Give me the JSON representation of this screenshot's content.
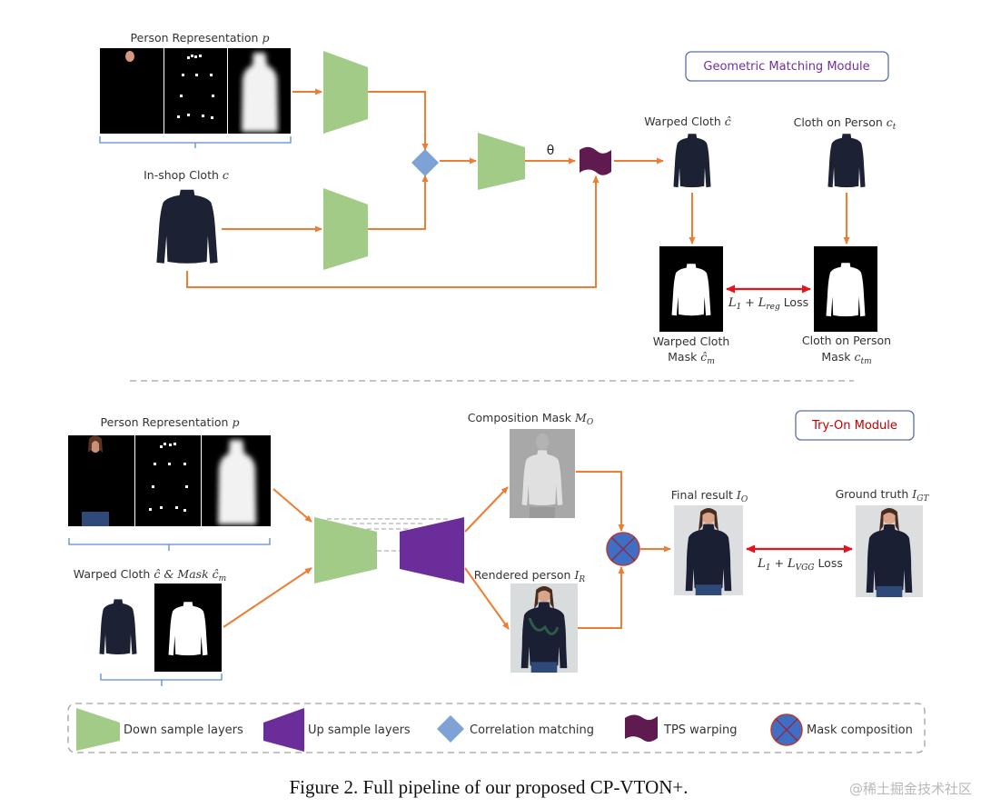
{
  "colors": {
    "arrow": "#ed7d31",
    "loss_arrow": "#e8121b",
    "down_sample": "#a1cb87",
    "up_sample": "#6a2d9a",
    "correlation": "#7fa2d6",
    "tps": "#5f1a4f",
    "mask_comp": "#3e6fc4",
    "mask_comp_x": "#c0392b",
    "bracket": "#5b8bd0",
    "dashed": "#a0a0a0"
  },
  "gmm": {
    "module_label": "Geometric Matching Module",
    "person_rep_label": "Person Representation ",
    "person_rep_var": "p",
    "inshop_label": "In-shop Cloth ",
    "inshop_var": "c",
    "theta": "θ",
    "warped_cloth_label": "Warped Cloth ",
    "warped_cloth_var": "ĉ",
    "cloth_on_person_label": "Cloth on Person ",
    "cloth_on_person_var": "c",
    "cloth_on_person_sub": "t",
    "warped_mask_line1": "Warped Cloth",
    "warped_mask_line2": "Mask ",
    "warped_mask_var": "ĉ",
    "warped_mask_sub": "m",
    "cop_mask_line1": "Cloth on Person",
    "cop_mask_line2": "Mask ",
    "cop_mask_var": "c",
    "cop_mask_sub": "tm",
    "loss": {
      "l1": "L",
      "l1_sub": "1",
      "plus": " + ",
      "l2": "L",
      "l2_sub": "reg",
      "word": " Loss"
    }
  },
  "tom": {
    "module_label": "Try-On Module",
    "person_rep_label": "Person Representation ",
    "person_rep_var": "p",
    "warped_cloth_label": "Warped Cloth ",
    "warped_cloth_var": "ĉ",
    "warped_cloth_amp": " & Mask ",
    "warped_mask_var": "ĉ",
    "warped_mask_sub": "m",
    "comp_mask_label": "Composition Mask ",
    "comp_mask_var": "M",
    "comp_mask_sub": "O",
    "rendered_label": "Rendered  person ",
    "rendered_var": "I",
    "rendered_sub": "R",
    "final_label": "Final result ",
    "final_var": "I",
    "final_sub": "O",
    "gt_label": "Ground truth ",
    "gt_var": "I",
    "gt_sub": "GT",
    "loss": {
      "l1": "L",
      "l1_sub": "1",
      "plus": " + ",
      "l2": "L",
      "l2_sub": "VGG",
      "word": " Loss"
    }
  },
  "legend": {
    "items": [
      {
        "icon": "down-sample-trapezoid",
        "label": "Down sample layers"
      },
      {
        "icon": "up-sample-trapezoid",
        "label": "Up sample layers"
      },
      {
        "icon": "diamond",
        "label": "Correlation matching"
      },
      {
        "icon": "wave-flag",
        "label": "TPS warping"
      },
      {
        "icon": "circle-x",
        "label": "Mask composition"
      }
    ]
  },
  "caption": "Figure 2. Full pipeline of our proposed CP-VTON+.",
  "watermark": "@稀土掘金技术社区"
}
